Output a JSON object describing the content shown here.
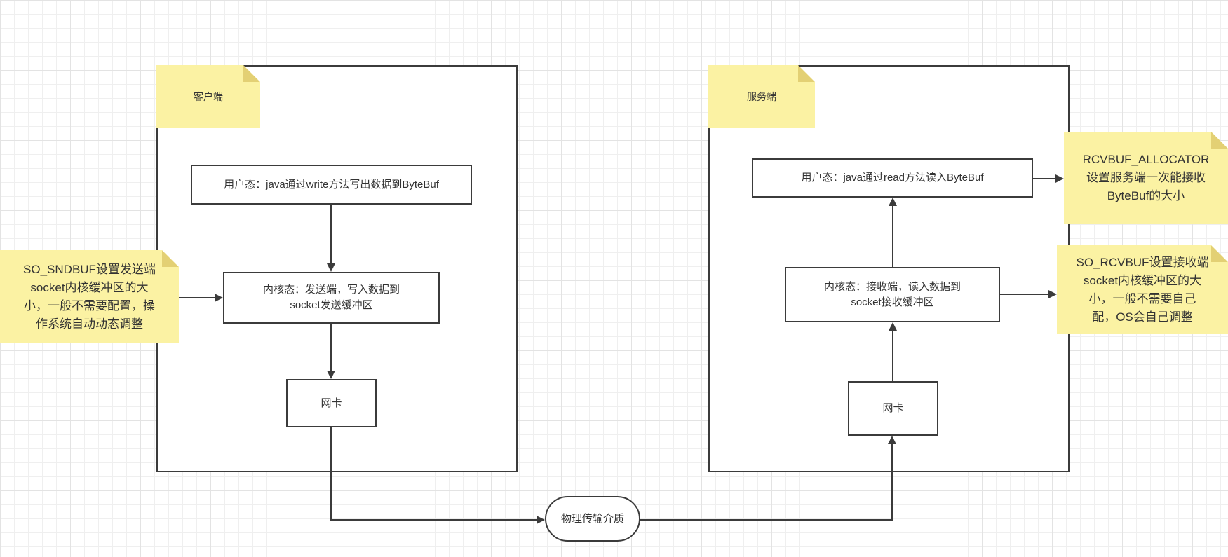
{
  "diagram": {
    "client": {
      "label": "客户端",
      "user_state": "用户态：java通过write方法写出数据到ByteBuf",
      "kernel_state": "内核态：发送端，写入数据到\nsocket发送缓冲区",
      "nic": "网卡"
    },
    "server": {
      "label": "服务端",
      "user_state": "用户态：java通过read方法读入ByteBuf",
      "kernel_state": "内核态：接收端，读入数据到\nsocket接收缓冲区",
      "nic": "网卡"
    },
    "medium": "物理传输介质",
    "notes": {
      "so_sndbuf": "SO_SNDBUF设置发送端\nsocket内核缓冲区的大\n小，一般不需要配置，操\n作系统自动动态调整",
      "rcvbuf_allocator": "RCVBUF_ALLOCATOR\n设置服务端一次能接收\nByteBuf的大小",
      "so_rcvbuf": "SO_RCVBUF设置接收端\nsocket内核缓冲区的大\n小，一般不需要自己\n配，OS会自己调整"
    },
    "colors": {
      "note_fill": "#fbf2a3",
      "note_fold": "#e3d074",
      "shape_stroke": "#3b3b3b",
      "text": "#333333",
      "grid_minor": "#efefef",
      "grid_major": "#e3e3e3"
    }
  }
}
